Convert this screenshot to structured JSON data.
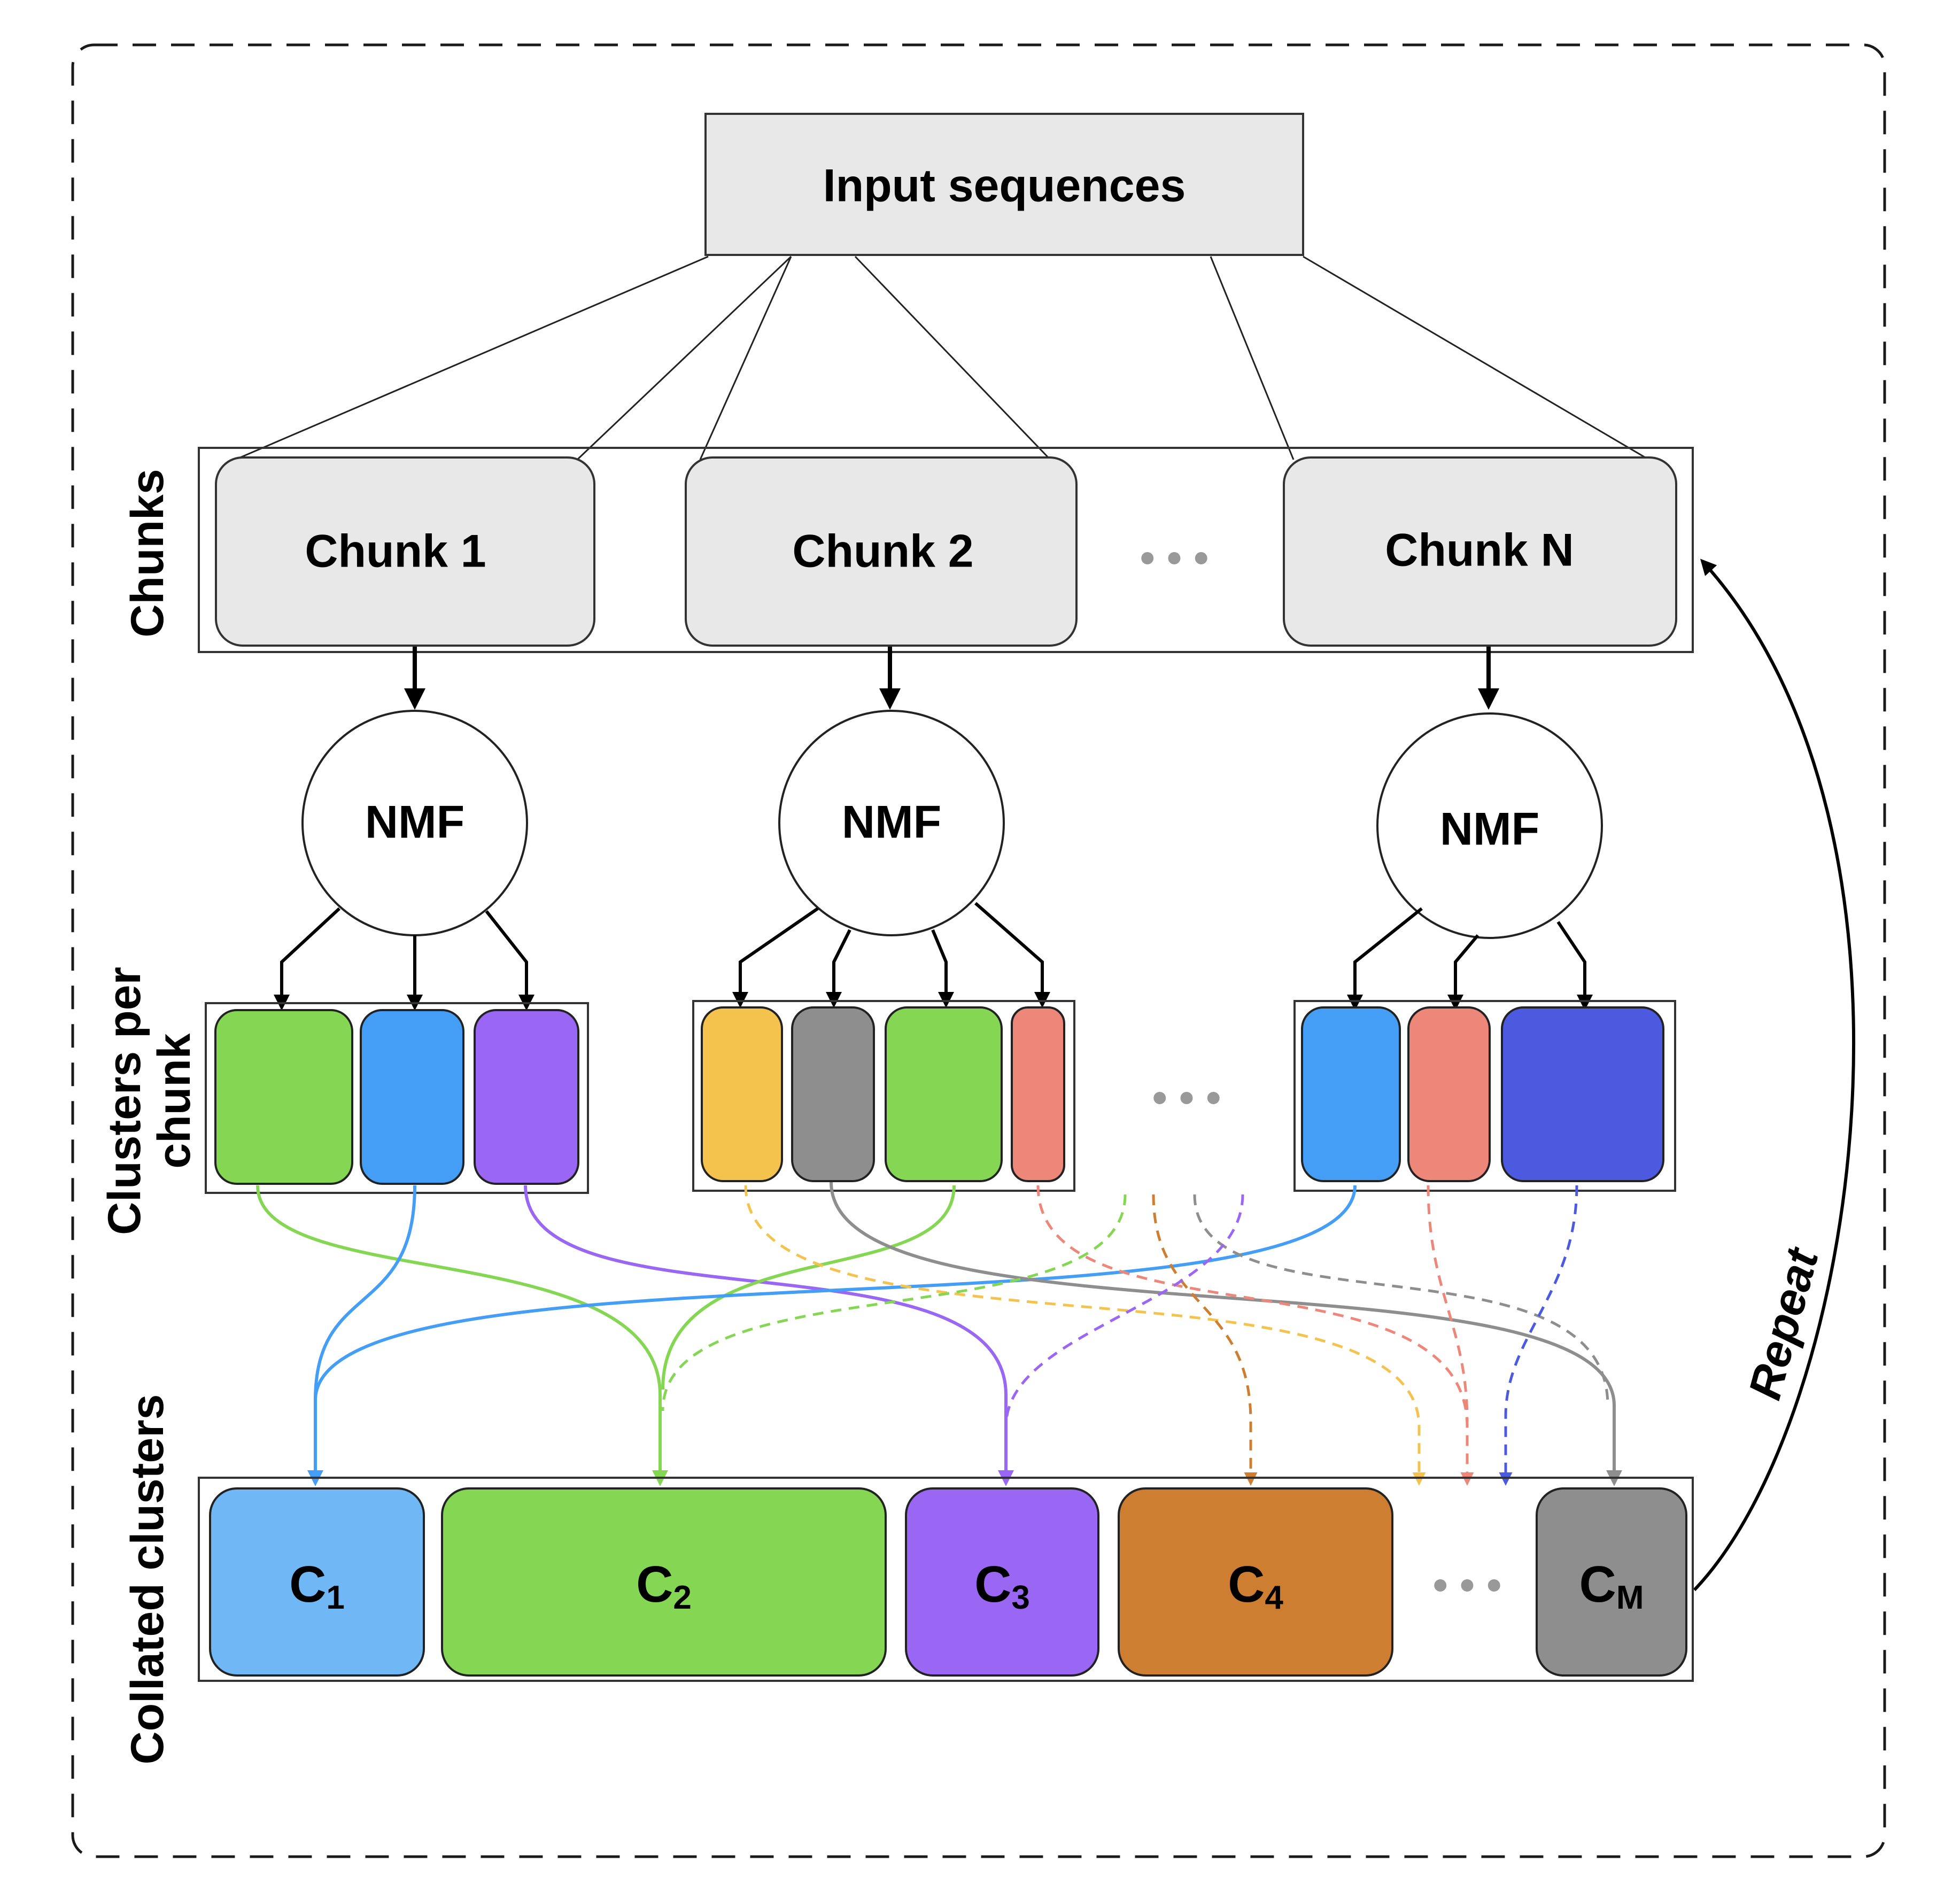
{
  "input": {
    "label": "Input sequences"
  },
  "side_labels": {
    "chunks": "Chunks",
    "clusters_line1": "Clusters per",
    "clusters_line2": "chunk",
    "collated": "Collated clusters",
    "repeat": "Repeat"
  },
  "chunks": [
    {
      "label": "Chunk 1"
    },
    {
      "label": "Chunk 2"
    },
    {
      "label": "Chunk N"
    }
  ],
  "nmf": [
    {
      "label": "NMF"
    },
    {
      "label": "NMF"
    },
    {
      "label": "NMF"
    }
  ],
  "ellipsis": "• • •",
  "collated": [
    {
      "base": "C",
      "sub": "1",
      "color": "#6fb8f5"
    },
    {
      "base": "C",
      "sub": "2",
      "color": "#84d653"
    },
    {
      "base": "C",
      "sub": "3",
      "color": "#9a67f4"
    },
    {
      "base": "C",
      "sub": "4",
      "color": "#cd7e30"
    },
    {
      "base": "C",
      "sub": "M",
      "color": "#8e8e8e"
    }
  ],
  "cluster_colors": {
    "chunk1": [
      "#84d653",
      "#459ef5",
      "#9a67f4"
    ],
    "chunk2": [
      "#f4c34d",
      "#8e8e8e",
      "#84d653",
      "#ec877a"
    ],
    "chunkN": [
      "#459ef5",
      "#ec877a",
      "#4c5ae0"
    ]
  },
  "colors": {
    "box_fill": "#e8e8e8",
    "dots": "#999999"
  }
}
